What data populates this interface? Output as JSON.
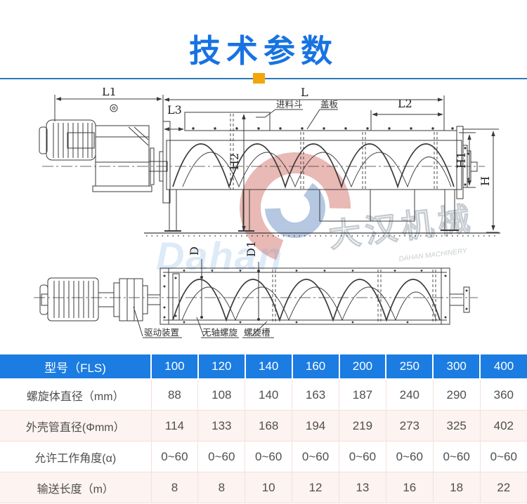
{
  "page": {
    "title": "技术参数"
  },
  "colors": {
    "accent_blue": "#1773e2",
    "rule_blue": "#2b79b8",
    "square_orange": "#f2a60a",
    "header_bg": "#1b7ce2",
    "row_alt_bg": "#fdf3f0"
  },
  "diagram": {
    "dims": {
      "L1": "L1",
      "L": "L",
      "L2": "L2",
      "L3": "L3",
      "H": "H",
      "H1": "H1",
      "H2": "H2",
      "D": "D",
      "D1": "D1"
    },
    "callouts": {
      "feed_hopper": "进料斗",
      "cover_plate": "盖板",
      "drive_unit": "驱动装置",
      "shaftless_spiral": "无轴螺旋",
      "spiral_trough": "螺旋槽"
    },
    "watermark": {
      "cn": "大汉机械",
      "en": "Dahan",
      "sub": "DAHAN MACHINERY"
    }
  },
  "table": {
    "header_label": "型号（FLS)",
    "models": [
      "100",
      "120",
      "140",
      "160",
      "200",
      "250",
      "300",
      "400"
    ],
    "rows": [
      {
        "label": "螺旋体直径（mm）",
        "values": [
          "88",
          "108",
          "140",
          "163",
          "187",
          "240",
          "290",
          "360"
        ]
      },
      {
        "label": "外壳管直径(Φmm）",
        "values": [
          "114",
          "133",
          "168",
          "194",
          "219",
          "273",
          "325",
          "402"
        ]
      },
      {
        "label": "允许工作角度(α)",
        "values": [
          "0~60",
          "0~60",
          "0~60",
          "0~60",
          "0~60",
          "0~60",
          "0~60",
          "0~60"
        ]
      },
      {
        "label": "输送长度（m）",
        "values": [
          "8",
          "8",
          "10",
          "12",
          "13",
          "16",
          "18",
          "22"
        ]
      }
    ]
  }
}
